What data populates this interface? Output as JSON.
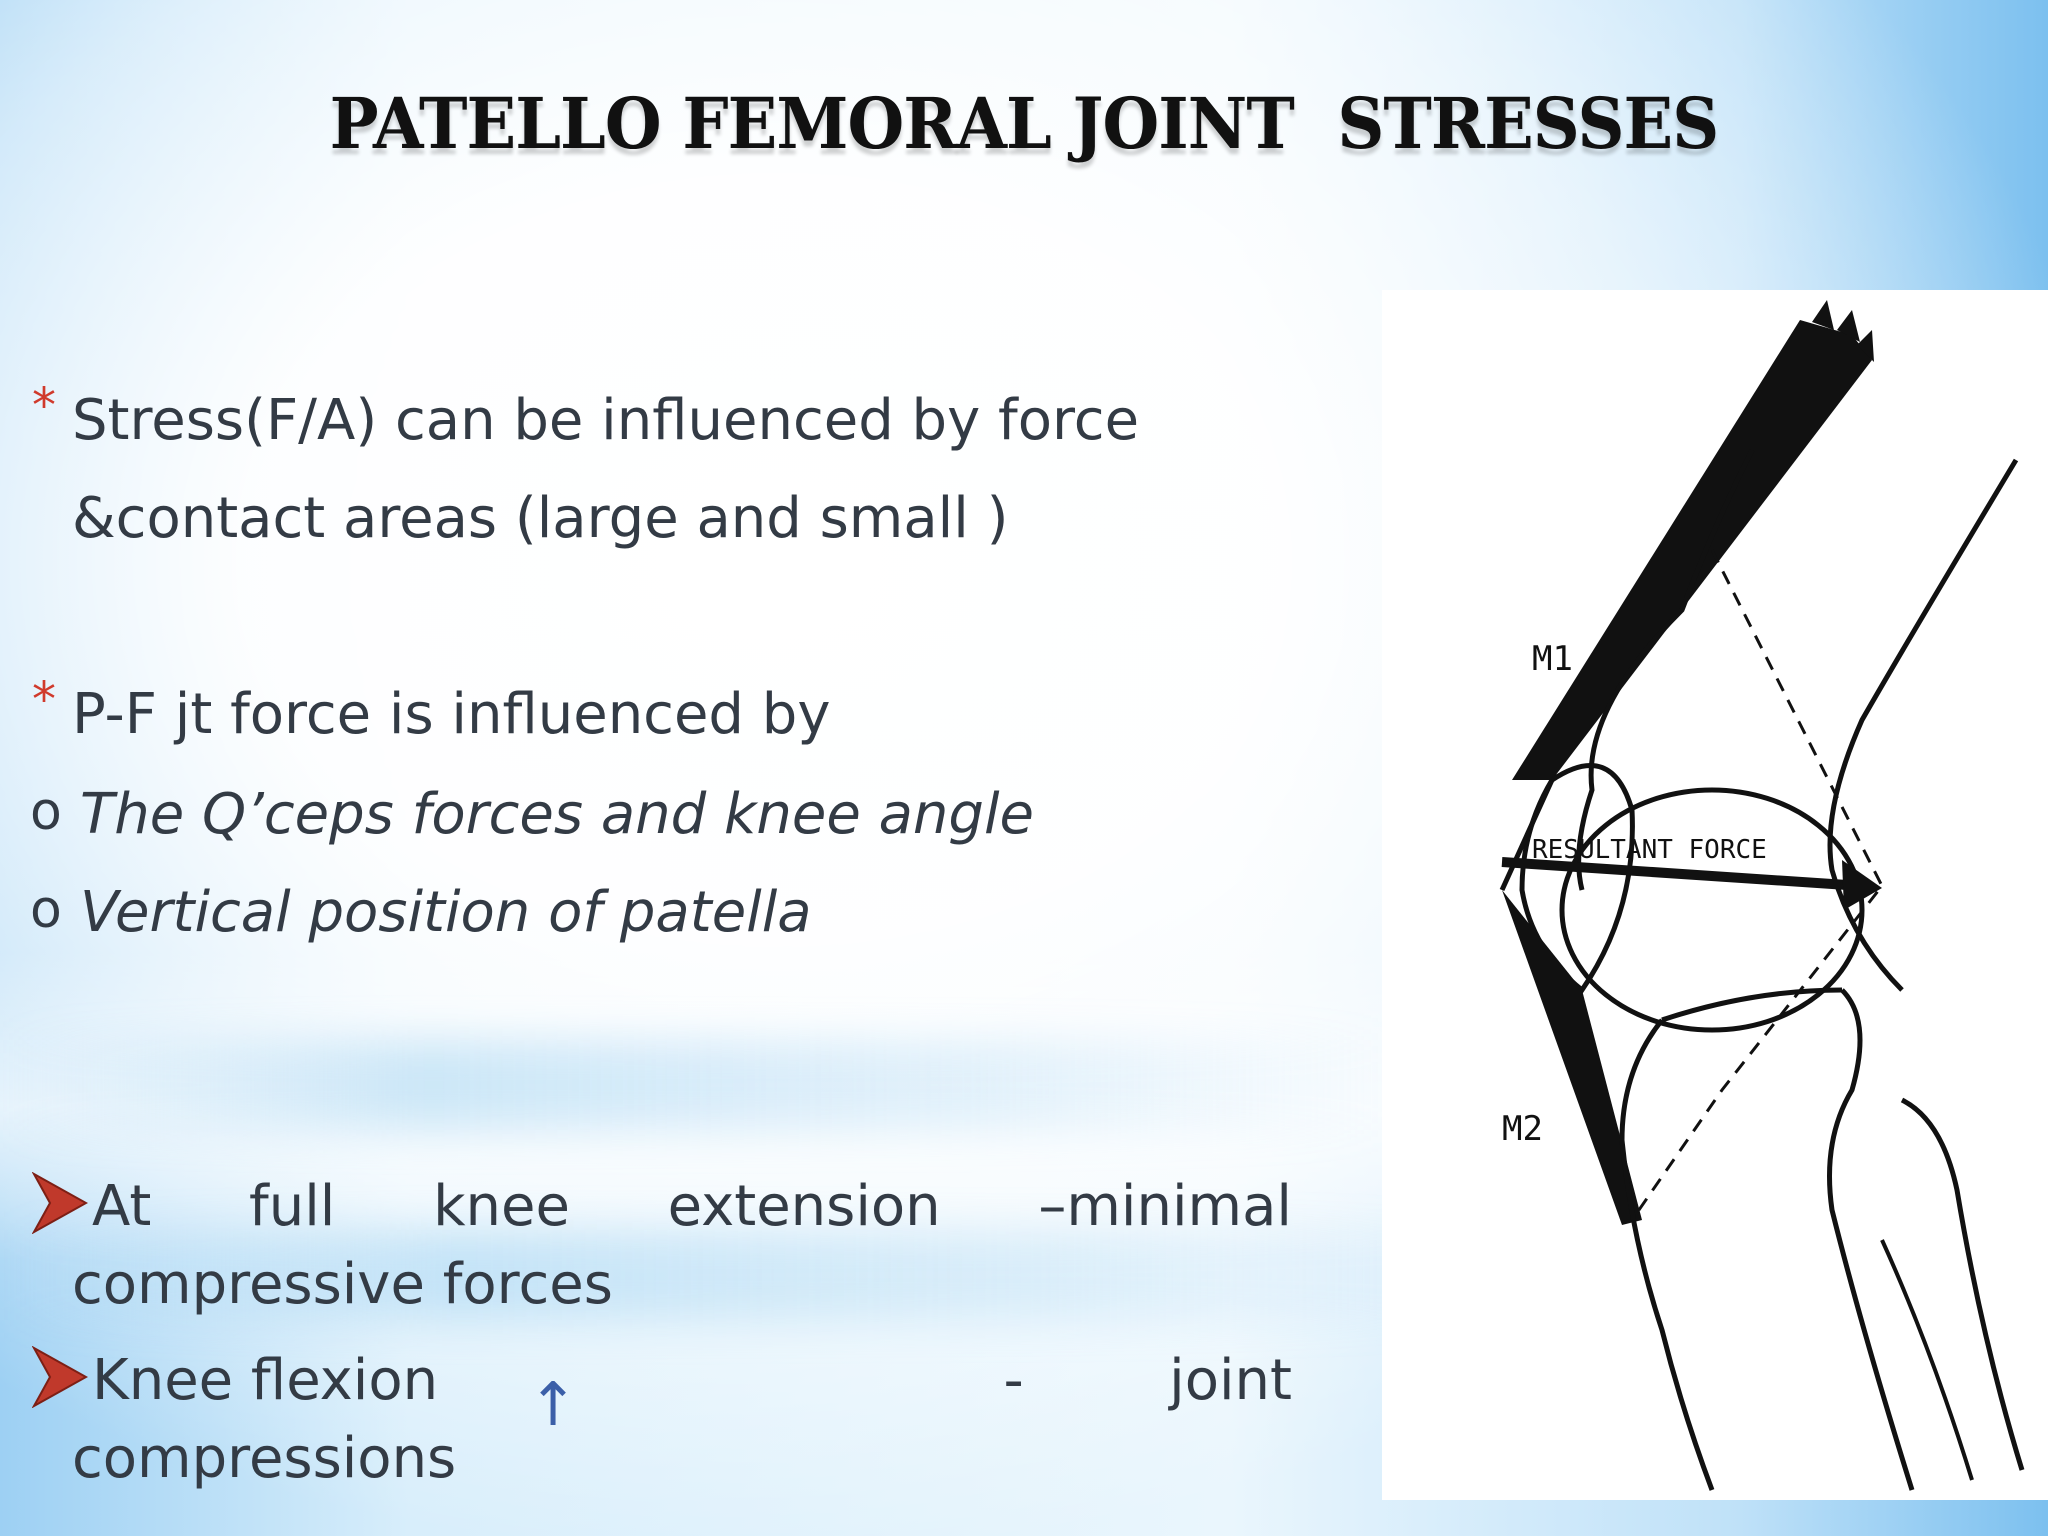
{
  "slide": {
    "title": "PATELLO FEMORAL JOINT  STRESSES",
    "bullet1_line1": "Stress(F/A) can be influenced by force",
    "bullet1_line2": "&contact areas (large and small )",
    "bullet2": "P-F jt force is influenced by",
    "sub1": "The Q’ceps forces and knee angle",
    "sub2": "Vertical position of patella",
    "arrow1": {
      "words": [
        "At",
        "full",
        "knee",
        "extension",
        "–minimal"
      ],
      "line2": "compressive forces"
    },
    "arrow2": {
      "words": [
        "Knee flexion",
        "-",
        "joint"
      ],
      "up_symbol": "↑",
      "line2": "compressions"
    }
  },
  "diagram": {
    "label_m1": "M1",
    "label_m2": "M2",
    "label_resultant": "RESULTANT FORCE"
  },
  "colors": {
    "bullet_star": "#d03a2c",
    "arrow_bullet": "#c0392b",
    "up_arrow": "#3b5fa8",
    "text": "#333b45"
  }
}
